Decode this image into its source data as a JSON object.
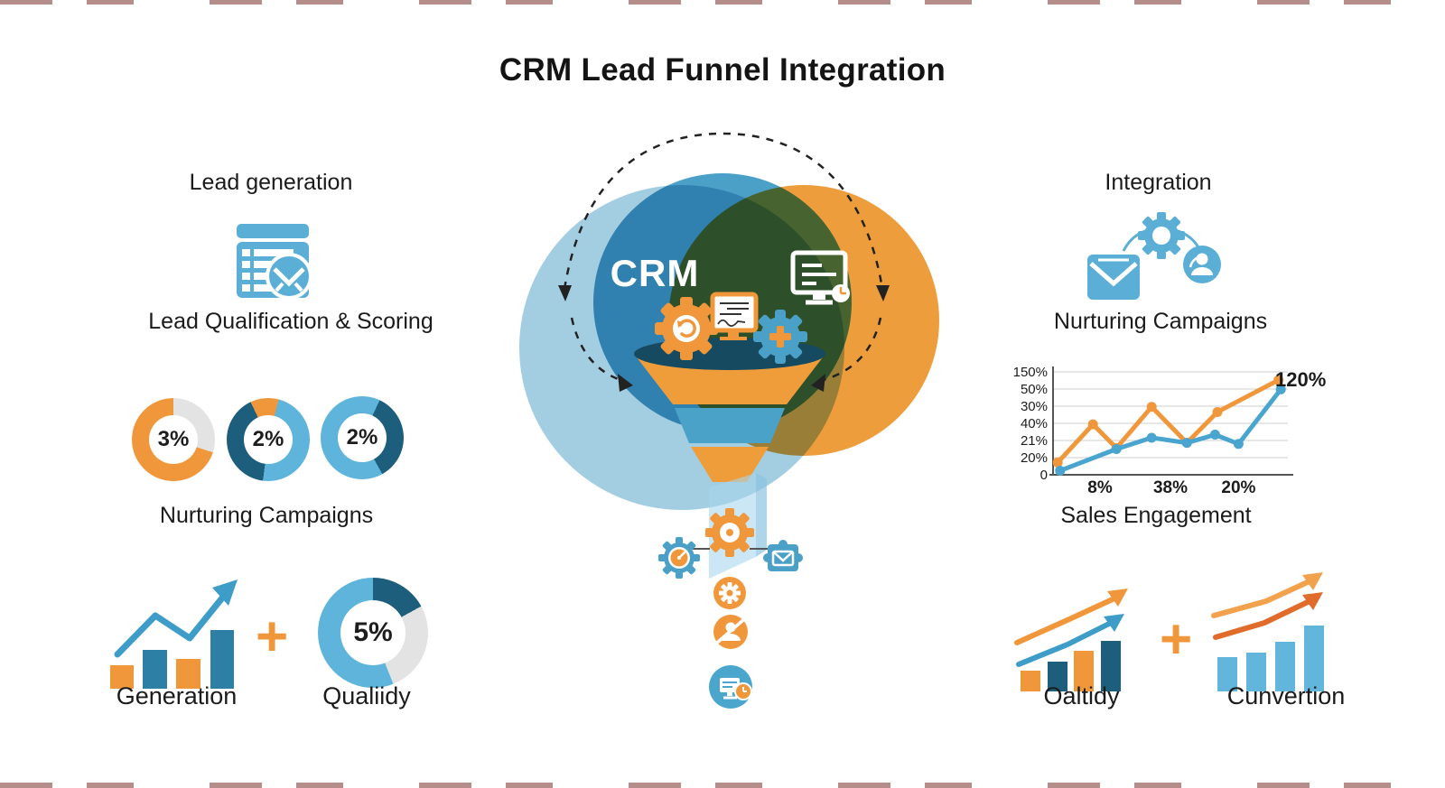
{
  "title": "CRM Lead Funnel Integration",
  "colors": {
    "orange": "#F0973B",
    "deep_orange": "#E06B2A",
    "light_blue": "#5FB4DC",
    "medium_blue": "#4BA0C8",
    "pale_blue": "#A3CDE1",
    "dark_teal": "#1D5E7C",
    "navy": "#164A61",
    "gray": "#E3E3E3",
    "text": "#1B1B1B"
  },
  "left": {
    "heading": "Lead generation",
    "subheading": "Lead Qualification & Scoring",
    "nurturing_label": "Nurturing Campaigns",
    "plus": "+",
    "icons": [
      "lead-table-mail-icon",
      "bar-growth-arrow-icon"
    ],
    "donuts": [
      {
        "label": "3%",
        "from": 0,
        "segments": [
          [
            "#E3E3E3",
            30
          ],
          [
            "#F0973B",
            70
          ]
        ]
      },
      {
        "label": "2%",
        "from": -25,
        "segments": [
          [
            "#F0973B",
            11
          ],
          [
            "#5FB4DC",
            48
          ],
          [
            "#1D5E7C",
            41
          ]
        ]
      },
      {
        "label": "2%",
        "from": 25,
        "segments": [
          [
            "#1D5E7C",
            35
          ],
          [
            "#5FB4DC",
            65
          ]
        ]
      }
    ],
    "big_donut": {
      "label": "5%",
      "from": 0,
      "segments": [
        [
          "#1D5E7C",
          17
        ],
        [
          "#E3E3E3",
          27
        ],
        [
          "#5FB4DC",
          56
        ]
      ]
    },
    "bottom_labels": [
      "Generation",
      "Qualiidy"
    ]
  },
  "center": {
    "crm_label": "CRM",
    "icons": [
      "sync-gear-icon",
      "document-monitor-icon",
      "add-gear-icon",
      "crm-monitor-clock-icon",
      "funnel-icon",
      "glass-pane-icon",
      "speedometer-gear-icon",
      "settings-gear-icon",
      "puzzle-email-icon",
      "gear-badge-icon",
      "support-person-icon",
      "monitor-clock-badge-icon",
      "dashed-cycle-arrows-icon"
    ]
  },
  "right": {
    "heading": "Integration",
    "nurturing_label": "Nurturing Campaigns",
    "chart_title": "Sales Engagement",
    "chart_annotation": "120%",
    "plus": "+",
    "icons": [
      "email-icon",
      "gear-icon",
      "person-icon",
      "bar-growth-arrows-icon"
    ],
    "bottom_labels": [
      "Oaltidy",
      "Cunvertion"
    ]
  },
  "chart_data": {
    "type": "line",
    "title": "Sales Engagement",
    "grid": true,
    "legend": "none",
    "y_tick_labels": [
      "150%",
      "50%",
      "30%",
      "40%",
      "21%",
      "20%",
      "0"
    ],
    "x_ticks": [
      {
        "label": "8%",
        "x": 20
      },
      {
        "label": "38%",
        "x": 50
      },
      {
        "label": "20%",
        "x": 79
      }
    ],
    "annotation_right": "120%",
    "series": [
      {
        "name": "orange",
        "color": "#F0973B",
        "points": [
          {
            "x": 2,
            "y": 12
          },
          {
            "x": 17,
            "y": 49
          },
          {
            "x": 27,
            "y": 26
          },
          {
            "x": 42,
            "y": 66
          },
          {
            "x": 57,
            "y": 31
          },
          {
            "x": 70,
            "y": 61
          },
          {
            "x": 96,
            "y": 92
          }
        ]
      },
      {
        "name": "blue",
        "color": "#49A5CF",
        "points": [
          {
            "x": 3,
            "y": 4
          },
          {
            "x": 27,
            "y": 25
          },
          {
            "x": 42,
            "y": 36
          },
          {
            "x": 57,
            "y": 31
          },
          {
            "x": 69,
            "y": 39
          },
          {
            "x": 79,
            "y": 30
          },
          {
            "x": 97,
            "y": 83
          }
        ]
      }
    ]
  }
}
